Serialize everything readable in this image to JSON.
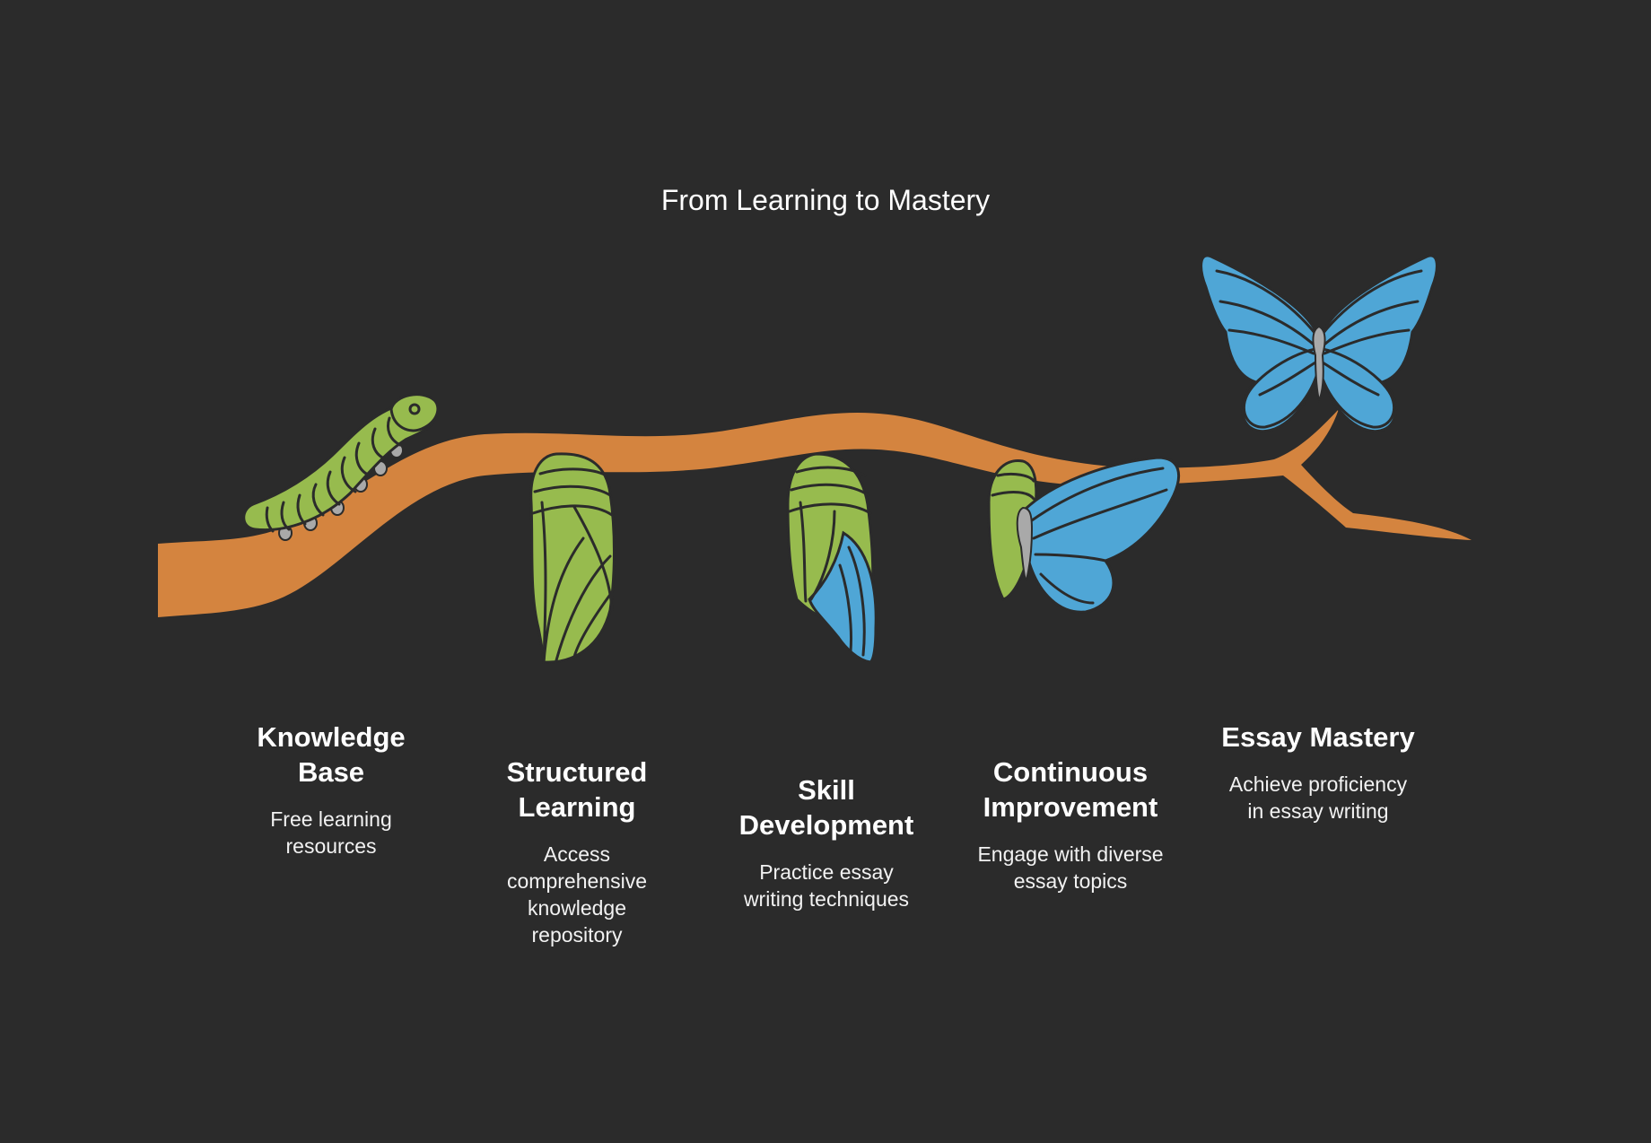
{
  "title": "From Learning to Mastery",
  "colors": {
    "background": "#2b2b2b",
    "branch": "#d4843f",
    "green": "#97bb4e",
    "blue": "#4fa6d6",
    "outline": "#2b2b2b",
    "gray": "#a9a9a9"
  },
  "stages": [
    {
      "title_lines": [
        "Knowledge",
        "Base"
      ],
      "desc_lines": [
        "Free learning",
        "resources"
      ],
      "icon": "caterpillar-icon"
    },
    {
      "title_lines": [
        "Structured",
        "Learning"
      ],
      "desc_lines": [
        "Access",
        "comprehensive",
        "knowledge",
        "repository"
      ],
      "icon": "chrysalis-icon"
    },
    {
      "title_lines": [
        "Skill",
        "Development"
      ],
      "desc_lines": [
        "Practice essay",
        "writing techniques"
      ],
      "icon": "chrysalis-wing-icon"
    },
    {
      "title_lines": [
        "Continuous",
        "Improvement"
      ],
      "desc_lines": [
        "Engage with diverse",
        "essay topics"
      ],
      "icon": "emerging-butterfly-icon"
    },
    {
      "title_lines": [
        "Essay Mastery"
      ],
      "desc_lines": [
        "Achieve proficiency",
        "in essay writing"
      ],
      "icon": "butterfly-icon"
    }
  ]
}
